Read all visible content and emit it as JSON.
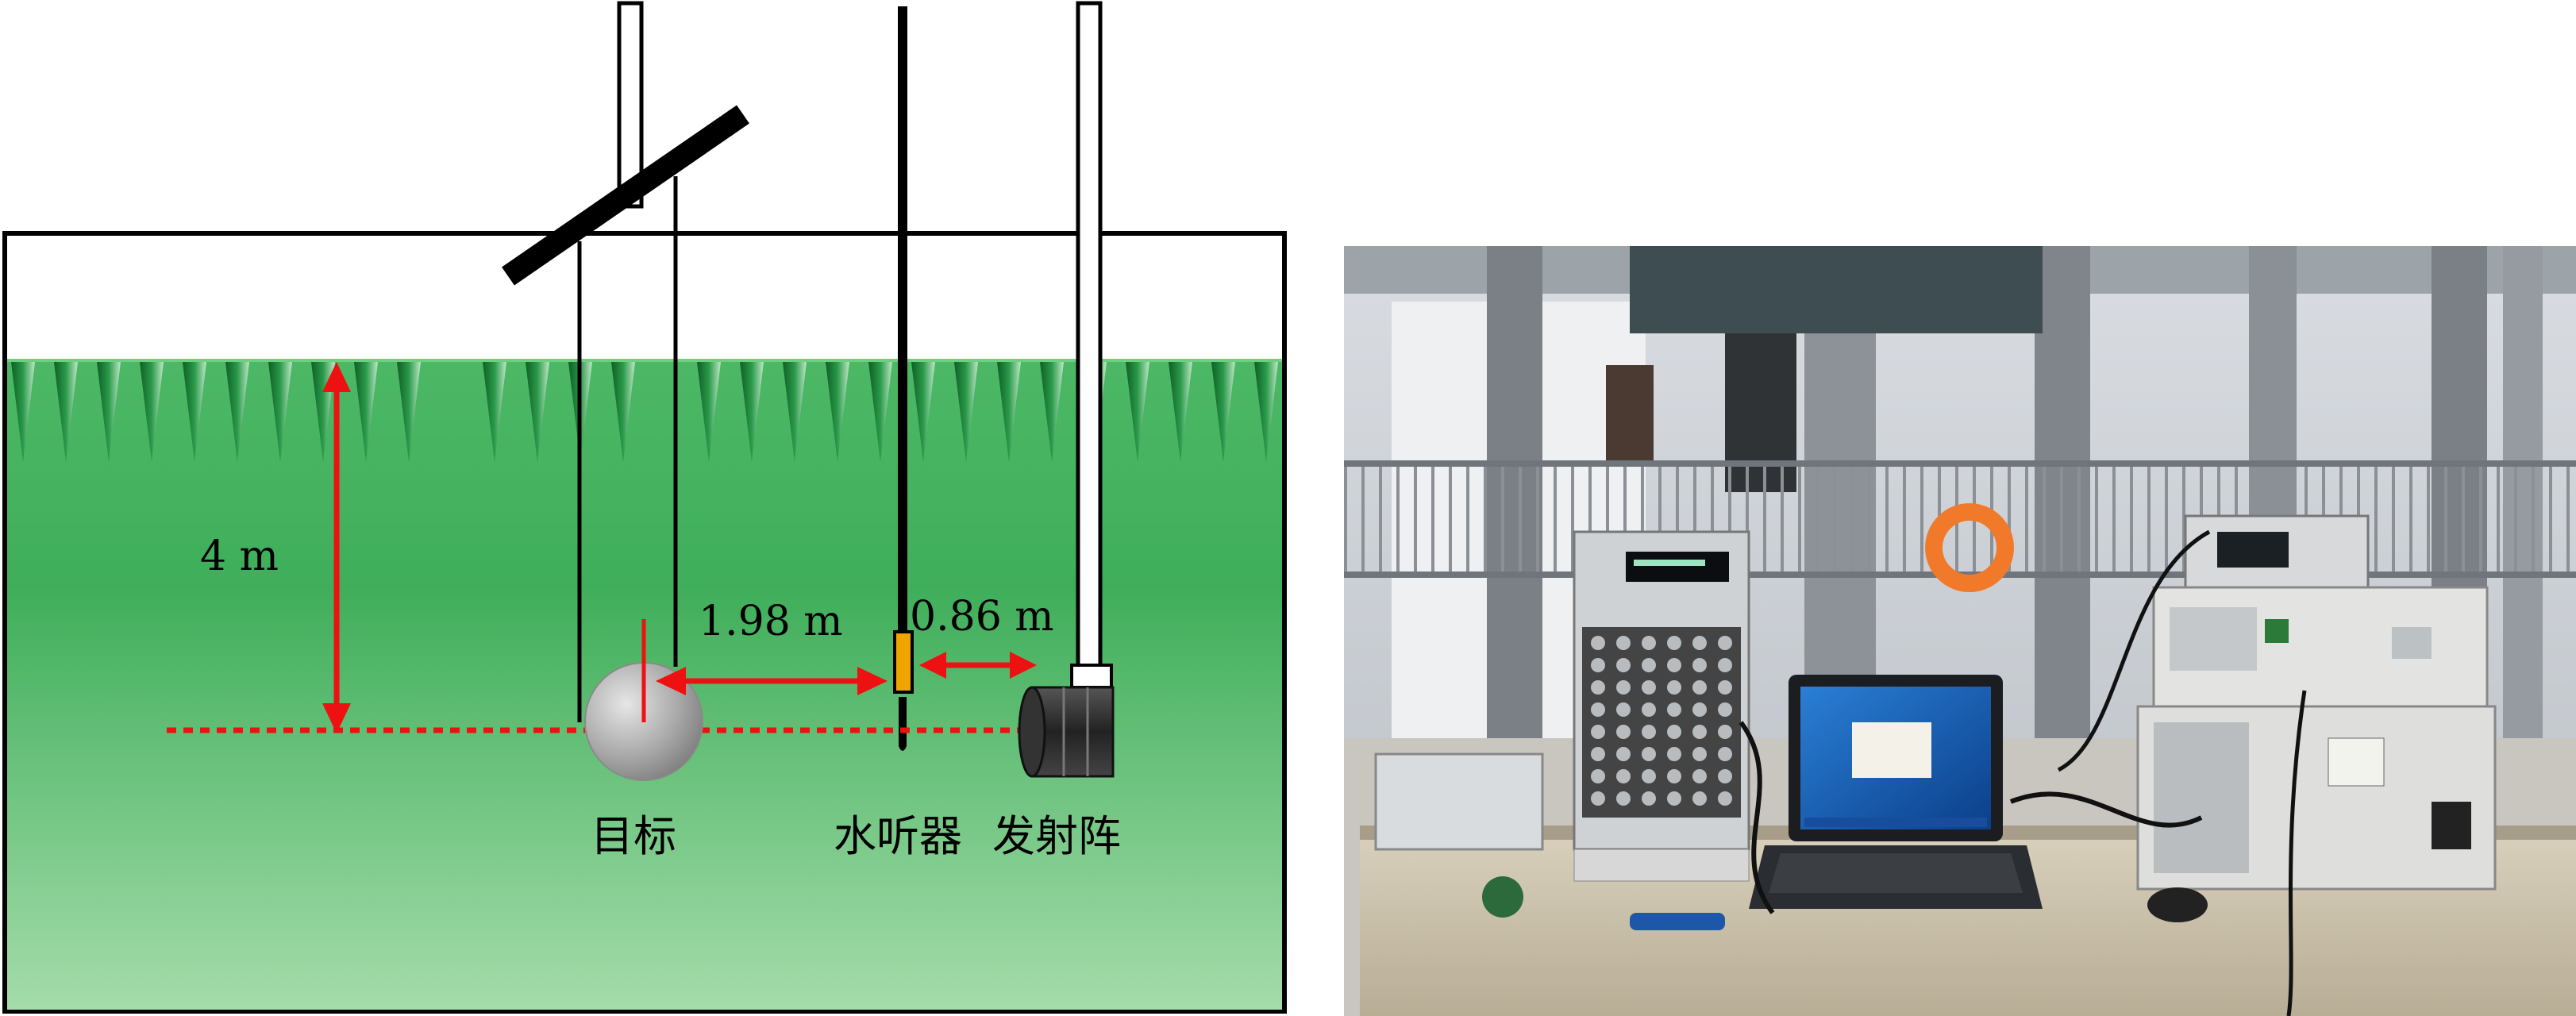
{
  "diagram": {
    "labels": {
      "depth": "4 m",
      "target_to_hydrophone": "1.98 m",
      "hydrophone_to_array": "0.86 m",
      "target": "目标",
      "hydrophone": "水听器",
      "array": "发射阵"
    },
    "colors": {
      "water_top": "#4cb866",
      "water_bottom": "#9ed9a4",
      "absorber": "#1f8a3c",
      "arrow": "#ee1111",
      "hydrophone_element": "#f0a400",
      "sphere": "#a8a8a8"
    }
  },
  "photo": {
    "description_icon": "lab-equipment-photo-icon"
  }
}
